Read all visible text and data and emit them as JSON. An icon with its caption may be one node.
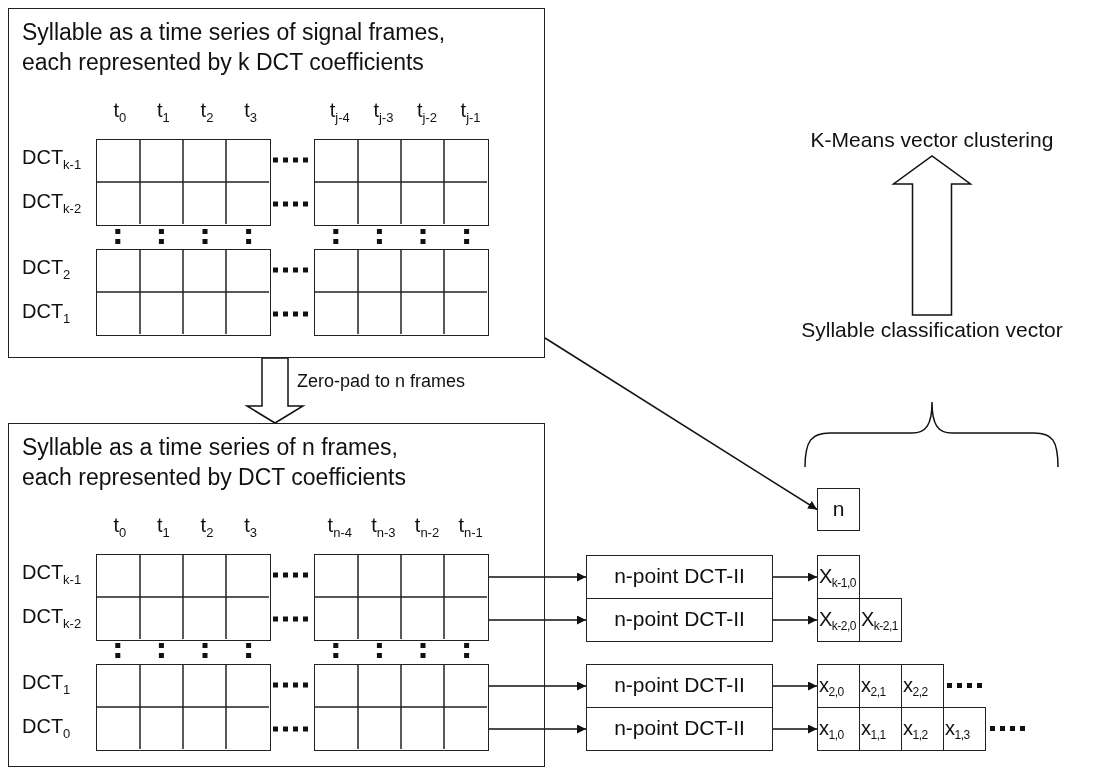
{
  "diagram": {
    "nodes": [
      {
        "text": [
          "Syllable as a time series of signal frames, each represented by k DCT coefficients"
        ]
      },
      {
        "text": [],
        "shape": "box",
        "in": 0
      },
      {
        "text": [],
        "shape": "box",
        "in": 0
      },
      {
        "text": [],
        "shape": "box",
        "in": 0
      },
      {
        "text": [],
        "shape": "box",
        "in": 0
      },
      {
        "text": [
          "Syllable as a time series of n frames, each represented by DCT coefficients"
        ]
      },
      {
        "text": [],
        "shape": "box",
        "in": 5
      },
      {
        "text": [],
        "shape": "box",
        "in": 5
      },
      {
        "text": [],
        "shape": "box",
        "in": 5
      },
      {
        "text": [],
        "shape": "box",
        "in": 5
      },
      {
        "text": [
          "n"
        ]
      },
      {
        "text": [
          "n-point DCT-II"
        ]
      },
      {
        "text": [
          "n-point DCT-II"
        ]
      },
      {
        "text": [
          "n-point DCT-II"
        ]
      },
      {
        "text": [
          "n-point DCT-II"
        ]
      },
      {
        "text": [
          "X$_{k-1,0}$"
        ]
      },
      {
        "text": [
          "X$_{k-2,0}$"
        ]
      },
      {
        "text": [
          "X$_{k-2,1}$"
        ]
      },
      {
        "text": [
          "x$_{2,0}$"
        ]
      },
      {
        "text": [
          "x$_{2,1}$"
        ]
      },
      {
        "text": [
          "x$_{2,2}$"
        ]
      },
      {
        "text": [
          "x$_{1,0}$"
        ]
      },
      {
        "text": [
          "x$_{1,1}$"
        ]
      },
      {
        "text": [
          "x$_{1,2}$"
        ]
      },
      {
        "text": [
          "x$_{1,3}$"
        ]
      },
      {
        "text": [
          "K-Means vector clustering"
        ]
      },
      {
        "text": [
          "Syllable classification vector"
        ]
      }
    ],
    "edges": [
      {
        "from": 0,
        "to": 5,
        "arrow": "to",
        "label": "Zero-pad to n frames",
        "style": "thick"
      },
      {
        "from": 0,
        "to": 10,
        "arrow": "to"
      },
      {
        "from": 7,
        "to": 11,
        "arrow": "to"
      },
      {
        "from": 7,
        "to": 12,
        "arrow": "to"
      },
      {
        "from": 9,
        "to": 13,
        "arrow": "to"
      },
      {
        "from": 9,
        "to": 14,
        "arrow": "to"
      },
      {
        "from": 11,
        "to": 15,
        "arrow": "to"
      },
      {
        "from": 12,
        "to": 16,
        "arrow": "to"
      },
      {
        "from": 13,
        "to": 18,
        "arrow": "to"
      },
      {
        "from": 14,
        "to": 21,
        "arrow": "to"
      },
      {
        "from": 26,
        "to": 25,
        "arrow": "to",
        "style": "thick"
      }
    ],
    "labels": [
      "t$_{0}$",
      "t$_{1}$",
      "t$_{2}$",
      "t$_{3}$",
      "t$_{j-4}$",
      "t$_{j-3}$",
      "t$_{j-2}$",
      "t$_{j-1}$",
      "DCT$_{k-1}$",
      "DCT$_{k-2}$",
      "DCT$_{2}$",
      "DCT$_{1}$",
      "t$_{0}$",
      "t$_{1}$",
      "t$_{2}$",
      "t$_{3}$",
      "t$_{n-4}$",
      "t$_{n-3}$",
      "t$_{n-2}$",
      "t$_{n-1}$",
      "DCT$_{k-1}$",
      "DCT$_{k-2}$",
      "DCT$_{1}$",
      "DCT$_{0}$"
    ]
  }
}
